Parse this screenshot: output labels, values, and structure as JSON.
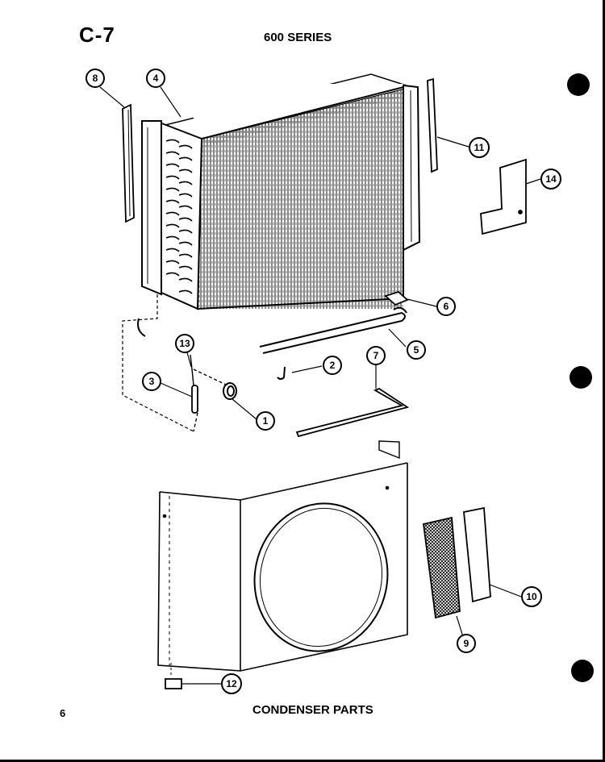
{
  "header": {
    "page_code": "C-7",
    "series": "600 SERIES"
  },
  "footer": {
    "caption": "CONDENSER PARTS",
    "page_number": "6"
  },
  "callouts": [
    "8",
    "4",
    "11",
    "14",
    "6",
    "5",
    "2",
    "7",
    "13",
    "3",
    "1",
    "9",
    "10",
    "12"
  ],
  "colors": {
    "ink": "#000000",
    "paper": "#ffffff"
  }
}
